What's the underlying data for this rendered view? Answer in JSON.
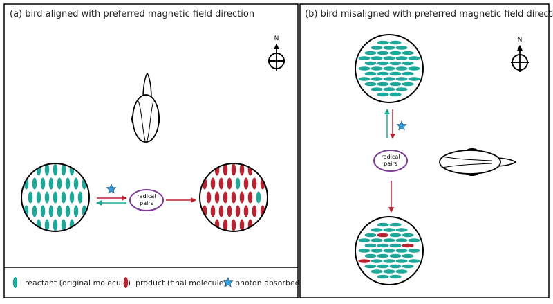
{
  "panel_a": {
    "title": "(a) bird aligned with preferred magnetic field direction"
  },
  "panel_b": {
    "title": "(b) bird misaligned with preferred magnetic field direction"
  },
  "compass": {
    "north_label": "N"
  },
  "radical_pairs": {
    "line1": "radical",
    "line2": "pairs"
  },
  "legend": {
    "reactant": "reactant (original molecule)",
    "product": "product (final molecule)",
    "photon": "photon absorbed"
  },
  "colors": {
    "teal": "#1fa89a",
    "red": "#b82332",
    "purple": "#7d3c98",
    "star": "#3aa0dc",
    "arrow_red": "#b82332"
  }
}
